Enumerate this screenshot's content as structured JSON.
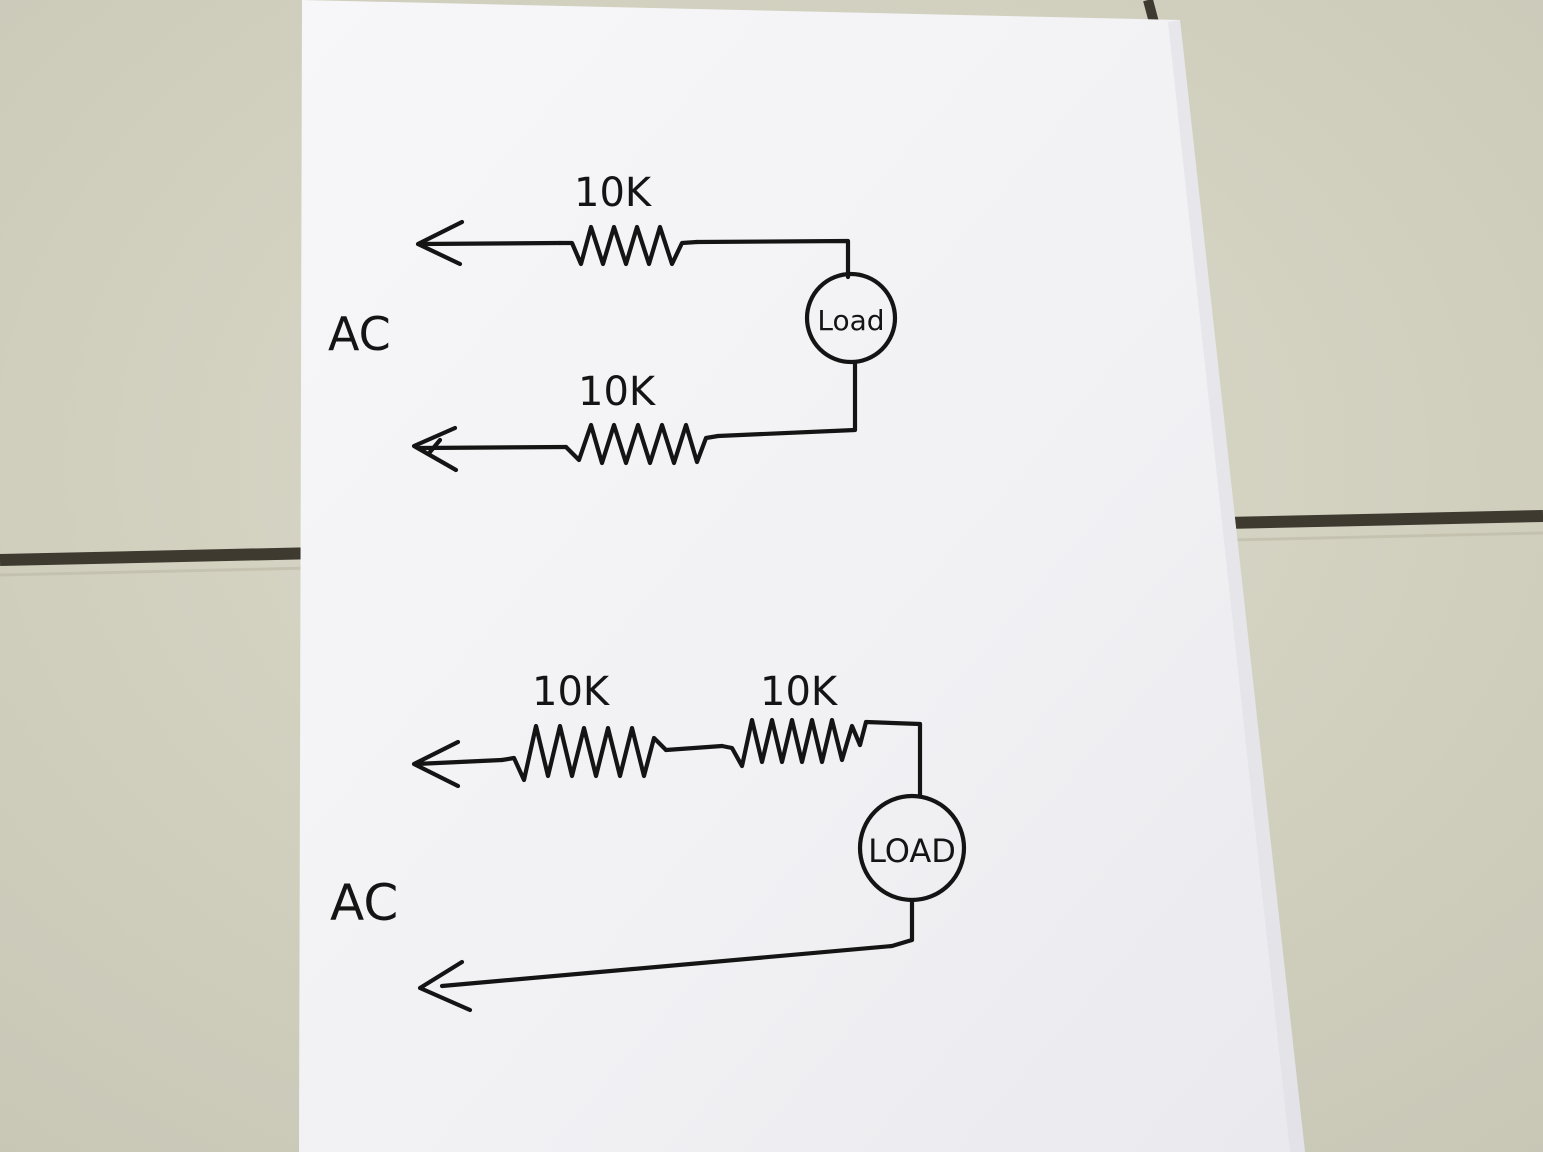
{
  "colors": {
    "tile": "#dddccb",
    "grout": "#3e3a30",
    "paper": "#f4f4f6",
    "ink": "#141414"
  },
  "diagrams": [
    {
      "source_label": "AC",
      "resistors": [
        "10K",
        "10K"
      ],
      "load_label": "Load"
    },
    {
      "source_label": "AC",
      "resistors": [
        "10K",
        "10K"
      ],
      "load_label": "LOAD"
    }
  ]
}
